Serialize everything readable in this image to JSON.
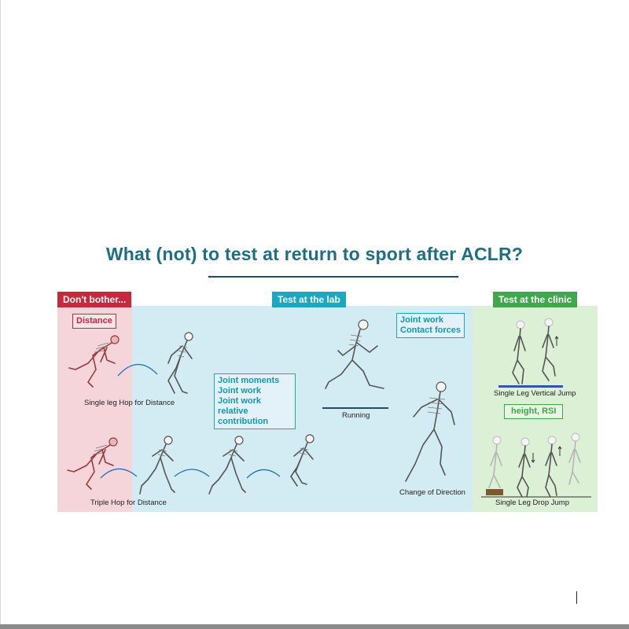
{
  "title": "What (not) to test at return to sport after ACLR?",
  "sections": {
    "dont_bother": {
      "label": "Don't bother...",
      "color": "#c8283c"
    },
    "lab": {
      "label": "Test at the lab",
      "color": "#1aa7c2"
    },
    "clinic": {
      "label": "Test at the clinic",
      "color": "#3ea84a"
    }
  },
  "boxes": {
    "distance": "Distance",
    "lab_metrics": [
      "Joint moments",
      "Joint work",
      "Joint work relative contribution"
    ],
    "running_metrics": [
      "Joint work",
      "Contact forces"
    ],
    "clinic_metrics": "height, RSI"
  },
  "captions": {
    "single_hop": "Single leg Hop for Distance",
    "triple_hop": "Triple Hop for Distance",
    "running": "Running",
    "change_of_direction": "Change of Direction",
    "vertical_jump": "Single Leg Vertical Jump",
    "drop_jump": "Single Leg Drop Jump"
  },
  "icons": [
    "skeleton-figure",
    "jump-arc",
    "force-plate"
  ]
}
